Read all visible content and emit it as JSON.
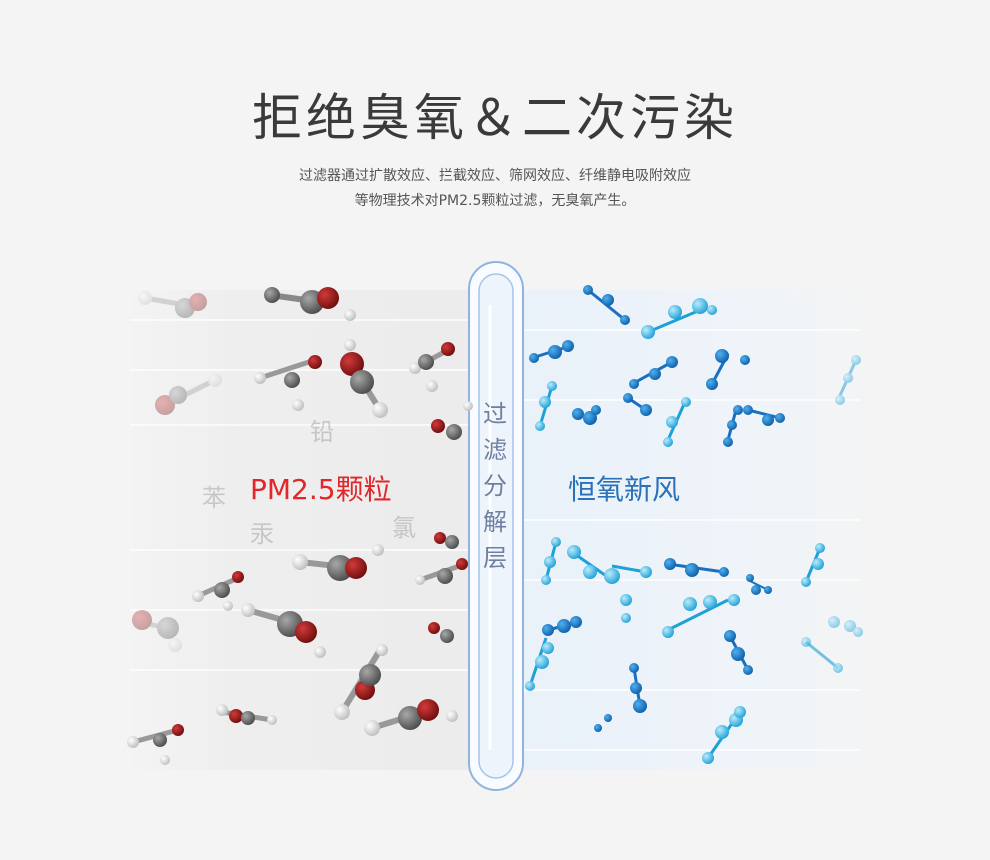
{
  "title": "拒绝臭氧＆二次污染",
  "subtitle": {
    "line1": "过滤器通过扩散效应、拦截效应、筛网效应、纤维静电吸附效应",
    "line2": "等物理技术对PM2.5颗粒过滤，无臭氧产生。"
  },
  "left_label": "PM2.5颗粒",
  "right_label": "恒氧新风",
  "pollutants": {
    "lead": "铅",
    "benzene": "苯",
    "mercury": "汞",
    "chlorine": "氯"
  },
  "filter_layer": [
    "过",
    "滤",
    "分",
    "解",
    "层"
  ],
  "colors": {
    "pm_red": "#e2262a",
    "air_blue": "#2a71b8",
    "molecule_red": "#8b1414",
    "molecule_grey": "#6a6a6a",
    "molecule_blue": "#1a7fd0",
    "molecule_cyan": "#36b6e8"
  }
}
